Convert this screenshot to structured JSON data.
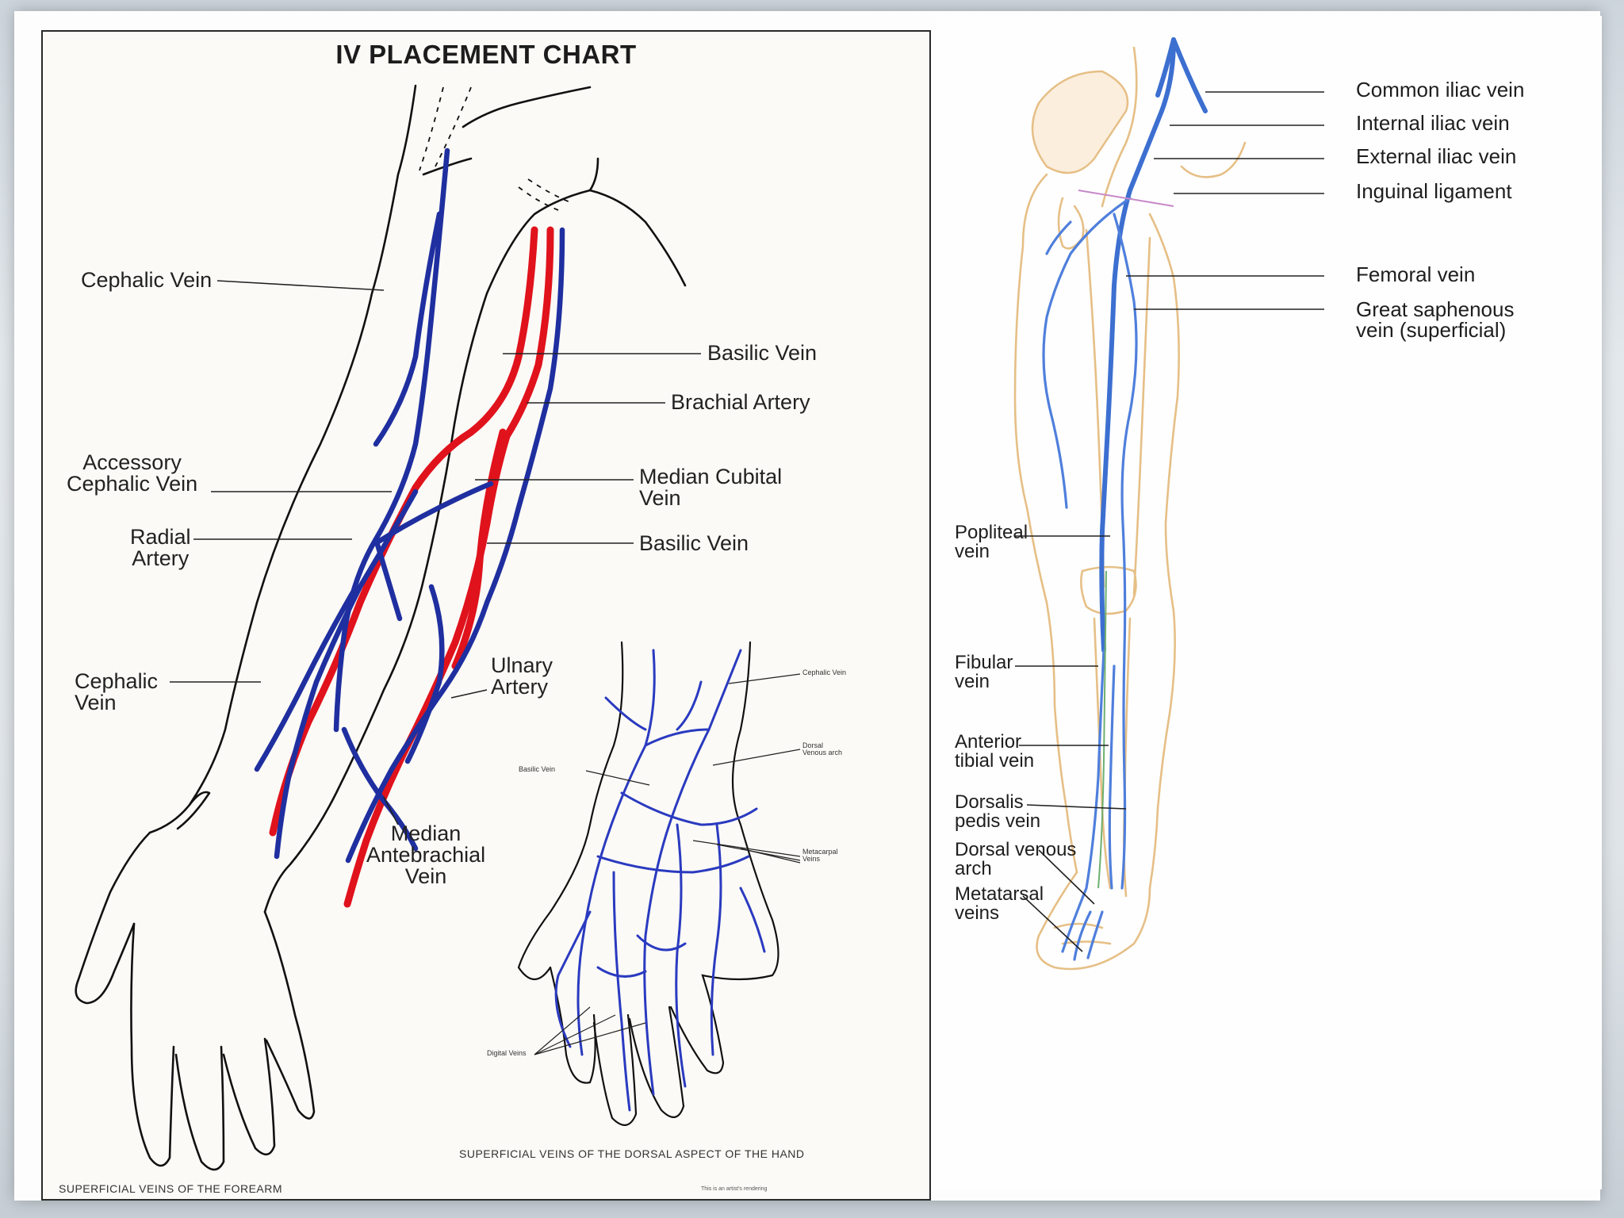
{
  "arm_chart": {
    "title": "IV PLACEMENT CHART",
    "labels": {
      "cephalic_vein_top": "Cephalic Vein",
      "basilic_vein_top": "Basilic Vein",
      "brachial_artery": "Brachial Artery",
      "accessory_cephalic_vein": "Accessory\nCephalic Vein",
      "median_cubital_vein": "Median Cubital\nVein",
      "radial_artery": "Radial\nArtery",
      "basilic_vein_mid": "Basilic Vein",
      "cephalic_vein_low": "Cephalic\nVein",
      "ulnary_artery": "Ulnary\nArtery",
      "median_antebrachial_vein": "Median\nAntebrachial\nVein"
    },
    "hand_labels": {
      "cephalic_vein": "Cephalic Vein",
      "dorsal_venous_arch": "Dorsal\nVenous arch",
      "basilic_vein": "Basilic Vein",
      "metacarpal_veins": "Metacarpal\nVeins",
      "digital_veins": "Digital Veins"
    },
    "captions": {
      "forearm": "SUPERFICIAL VEINS OF THE FOREARM",
      "hand": "SUPERFICIAL VEINS OF THE DORSAL ASPECT OF THE HAND",
      "footer_note": "This is an artist's rendering"
    }
  },
  "leg_chart": {
    "labels": {
      "common_iliac_vein": "Common iliac vein",
      "internal_iliac_vein": "Internal iliac vein",
      "external_iliac_vein": "External iliac vein",
      "inguinal_ligament": "Inguinal ligament",
      "femoral_vein": "Femoral vein",
      "great_saphenous_vein": "Great saphenous\nvein (superficial)",
      "popliteal_vein": "Popliteal\nvein",
      "fibular_vein": "Fibular\nvein",
      "anterior_tibial_vein": "Anterior\ntibial vein",
      "dorsalis_pedis_vein": "Dorsalis\npedis vein",
      "dorsal_venous_arch": "Dorsal venous\narch",
      "metatarsal_veins": "Metatarsal\nveins"
    }
  },
  "colors": {
    "vein": "#1f2fa0",
    "artery": "#e0121c",
    "leg_vein": "#3c6fd0",
    "leg_outline": "#e6bf86",
    "leader": "#222222"
  }
}
